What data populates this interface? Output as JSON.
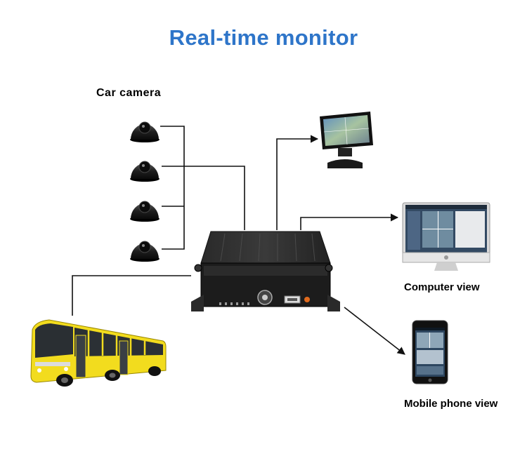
{
  "title": "Real-time monitor",
  "labels": {
    "car_camera": "Car camera",
    "computer_view": "Computer view",
    "mobile_phone_view": "Mobile phone view"
  },
  "colors": {
    "title": "#2e75c9",
    "bus_yellow": "#f2dc1e",
    "device_black": "#1c1c1c",
    "line": "#111111"
  }
}
